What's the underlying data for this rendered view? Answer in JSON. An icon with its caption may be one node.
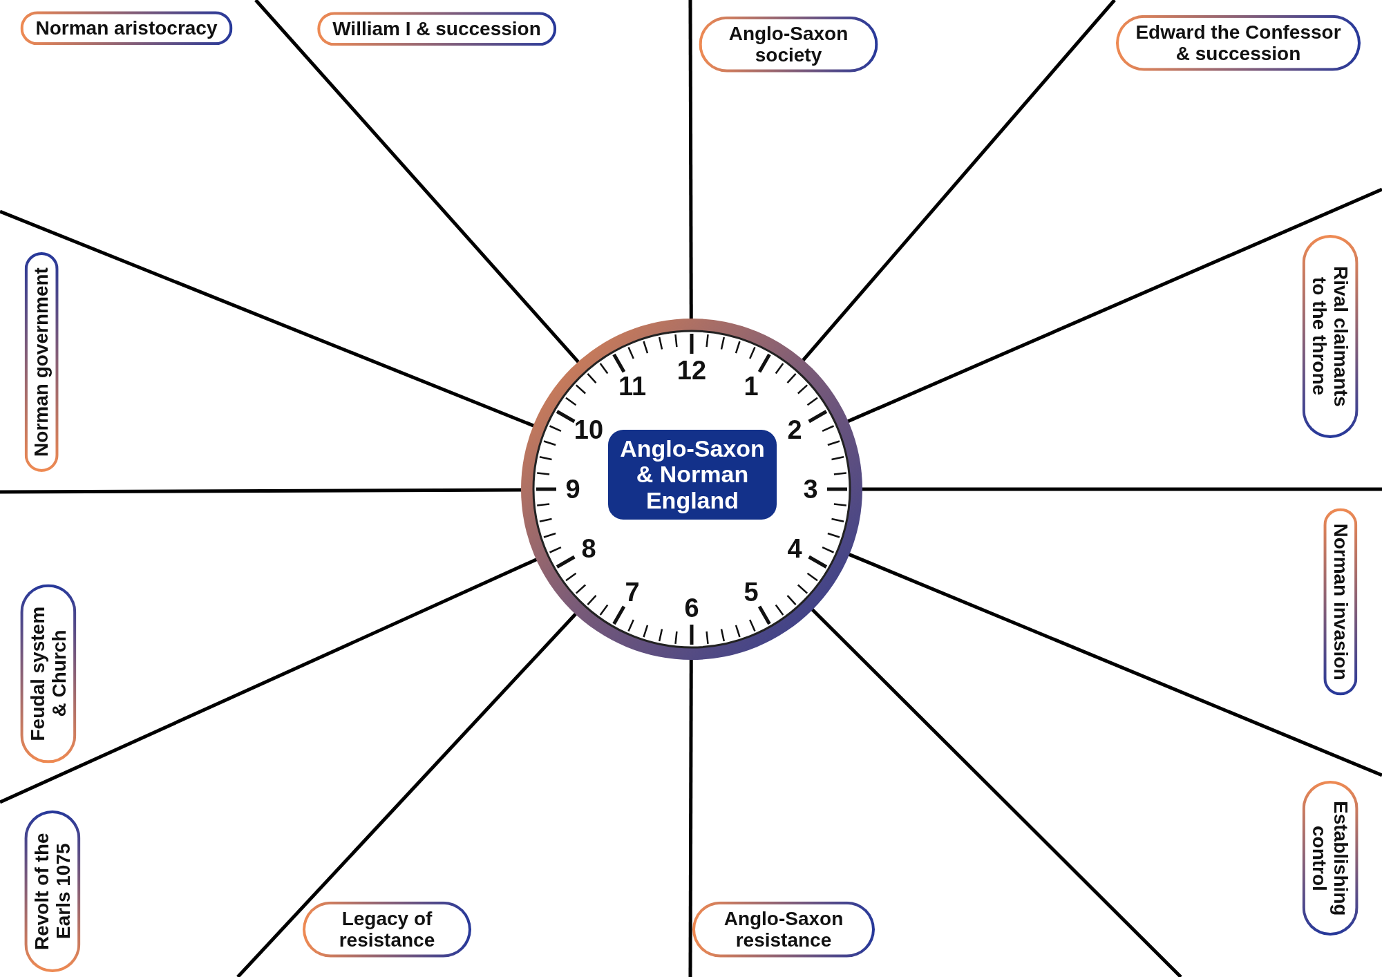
{
  "diagram": {
    "title": "Anglo-Saxon & Norman England",
    "nodes": [
      {
        "text": [
          "Anglo-Saxon society"
        ]
      },
      {
        "text": [
          "Edward the Confessor & succession"
        ]
      },
      {
        "text": [
          "Rival claimants to the throne"
        ]
      },
      {
        "text": [
          "Norman invasion"
        ]
      },
      {
        "text": [
          "Establishing control"
        ]
      },
      {
        "text": [
          "Anglo-Saxon resistance"
        ]
      },
      {
        "text": [
          "Legacy of resistance"
        ]
      },
      {
        "text": [
          "Revolt of the Earls 1075"
        ]
      },
      {
        "text": [
          "Feudal system & Church"
        ]
      },
      {
        "text": [
          "Norman government"
        ]
      },
      {
        "text": [
          "Norman aristocracy"
        ]
      },
      {
        "text": [
          "William I & succession"
        ]
      }
    ],
    "labels": [
      "12",
      "1",
      "2",
      "3",
      "4",
      "5",
      "6",
      "7",
      "8",
      "9",
      "10",
      "11"
    ]
  }
}
